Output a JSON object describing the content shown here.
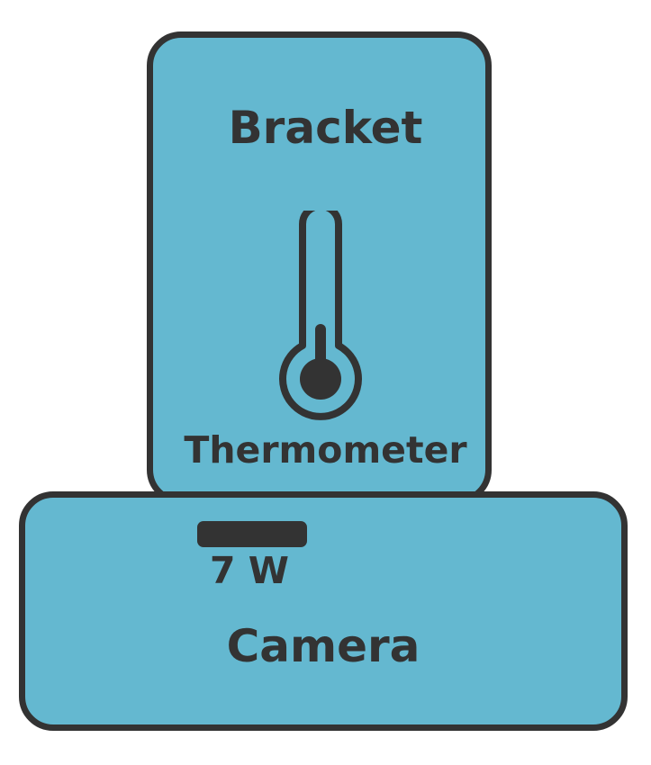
{
  "colors": {
    "fill": "#64b8d0",
    "stroke": "#333333"
  },
  "bracket": {
    "title": "Bracket",
    "icon": "thermometer-icon",
    "icon_label": "Thermometer"
  },
  "camera": {
    "title": "Camera",
    "power_label": "7 W"
  }
}
